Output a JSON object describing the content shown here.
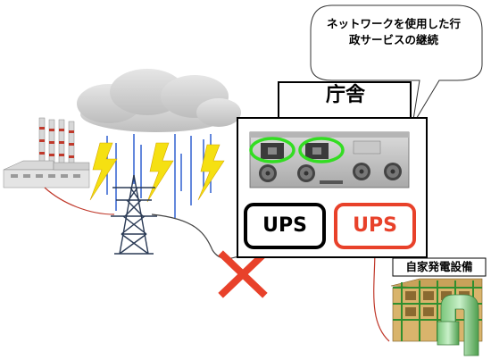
{
  "bubble": {
    "line1": "ネットワークを使用した行",
    "line2": "政サービスの継続"
  },
  "office": {
    "title": "庁舎"
  },
  "ups": {
    "normal_label": "UPS",
    "backup_label": "UPS"
  },
  "generator": {
    "title": "自家発電設備"
  },
  "colors": {
    "red": "#e8412a",
    "highlight_green": "#33dd22",
    "bolt_yellow": "#f5e012",
    "rain_blue": "#2255cc",
    "cloud_gray": "#d9d9d9"
  }
}
